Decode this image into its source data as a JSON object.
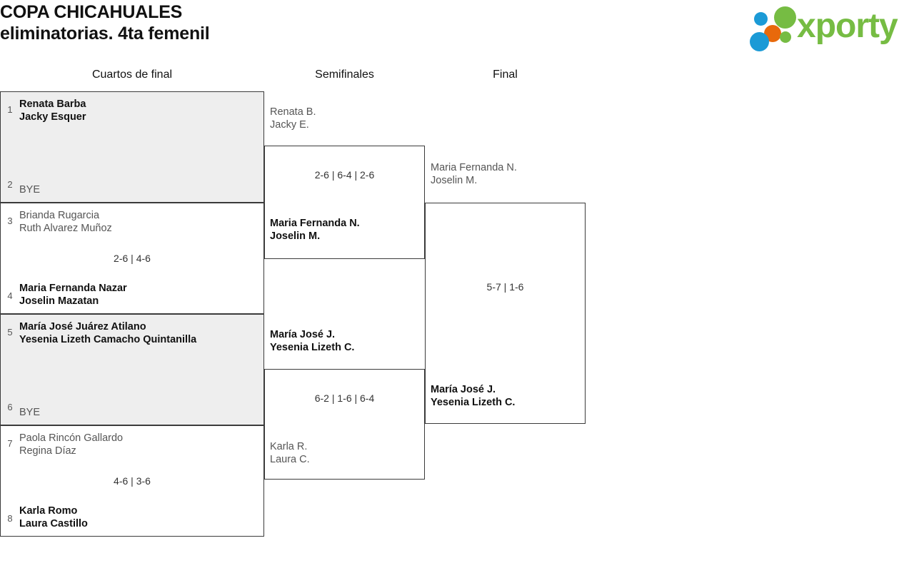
{
  "tournament": {
    "title_line1": "COPA CHICAHUALES",
    "title_line2": "eliminatorias. 4ta femenil"
  },
  "brand": {
    "name": "xporty",
    "color_green": "#76bc43",
    "color_blue": "#1b9ad6",
    "color_orange": "#e8690b"
  },
  "rounds": [
    {
      "label": "Cuartos de final"
    },
    {
      "label": "Semifinales"
    },
    {
      "label": "Final"
    }
  ],
  "bracket": {
    "quarterfinals": [
      {
        "shaded": true,
        "top": {
          "seed": "1",
          "players": [
            "Renata Barba",
            "Jacky Esquer"
          ],
          "result": "winner"
        },
        "bottom": {
          "seed": "2",
          "players": [
            "BYE"
          ],
          "result": "bye"
        },
        "score": ""
      },
      {
        "shaded": false,
        "top": {
          "seed": "3",
          "players": [
            "Brianda Rugarcia",
            "Ruth Alvarez Muñoz"
          ],
          "result": "loser"
        },
        "bottom": {
          "seed": "4",
          "players": [
            "Maria Fernanda Nazar",
            "Joselin Mazatan"
          ],
          "result": "winner"
        },
        "score": "2-6 | 4-6"
      },
      {
        "shaded": true,
        "top": {
          "seed": "5",
          "players": [
            "María José Juárez Atilano",
            "Yesenia Lizeth Camacho Quintanilla"
          ],
          "result": "winner"
        },
        "bottom": {
          "seed": "6",
          "players": [
            "BYE"
          ],
          "result": "bye"
        },
        "score": ""
      },
      {
        "shaded": false,
        "top": {
          "seed": "7",
          "players": [
            "Paola Rincón Gallardo",
            "Regina Díaz"
          ],
          "result": "loser"
        },
        "bottom": {
          "seed": "8",
          "players": [
            "Karla Romo",
            "Laura Castillo"
          ],
          "result": "winner"
        },
        "score": "4-6 | 3-6"
      }
    ],
    "semifinals": [
      {
        "top": {
          "players": [
            "Renata B.",
            "Jacky E."
          ],
          "result": "loser"
        },
        "bottom": {
          "players": [
            "Maria Fernanda N.",
            "Joselin M."
          ],
          "result": "winner"
        },
        "score": "2-6 | 6-4 | 2-6"
      },
      {
        "top": {
          "players": [
            "María José J.",
            "Yesenia Lizeth C."
          ],
          "result": "winner"
        },
        "bottom": {
          "players": [
            "Karla R.",
            "Laura C."
          ],
          "result": "loser"
        },
        "score": "6-2 | 1-6 | 6-4"
      }
    ],
    "final": [
      {
        "top": {
          "players": [
            "Maria Fernanda N.",
            "Joselin M."
          ],
          "result": "loser"
        },
        "bottom": {
          "players": [
            "María José J.",
            "Yesenia Lizeth C."
          ],
          "result": "winner"
        },
        "score": "5-7 | 1-6"
      }
    ]
  }
}
